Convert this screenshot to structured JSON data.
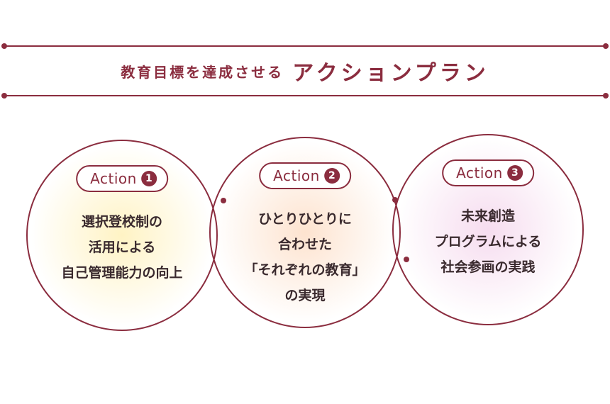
{
  "heading": {
    "lead": "教育目標を達成させる",
    "emphasis": "アクションプラン"
  },
  "colors": {
    "accent": "#8b2d3f",
    "glow_1": "#fff3c4",
    "glow_2": "#fde3cf",
    "glow_3": "#f6dcef"
  },
  "actions": [
    {
      "label": "Action",
      "number": "1",
      "lines": [
        "選択登校制の",
        "活用による",
        "自己管理能力の向上"
      ]
    },
    {
      "label": "Action",
      "number": "2",
      "lines": [
        "ひとりひとりに",
        "合わせた",
        "「それぞれの教育」",
        "の実現"
      ]
    },
    {
      "label": "Action",
      "number": "3",
      "lines": [
        "未来創造",
        "プログラムによる",
        "社会参画の実践"
      ]
    }
  ]
}
